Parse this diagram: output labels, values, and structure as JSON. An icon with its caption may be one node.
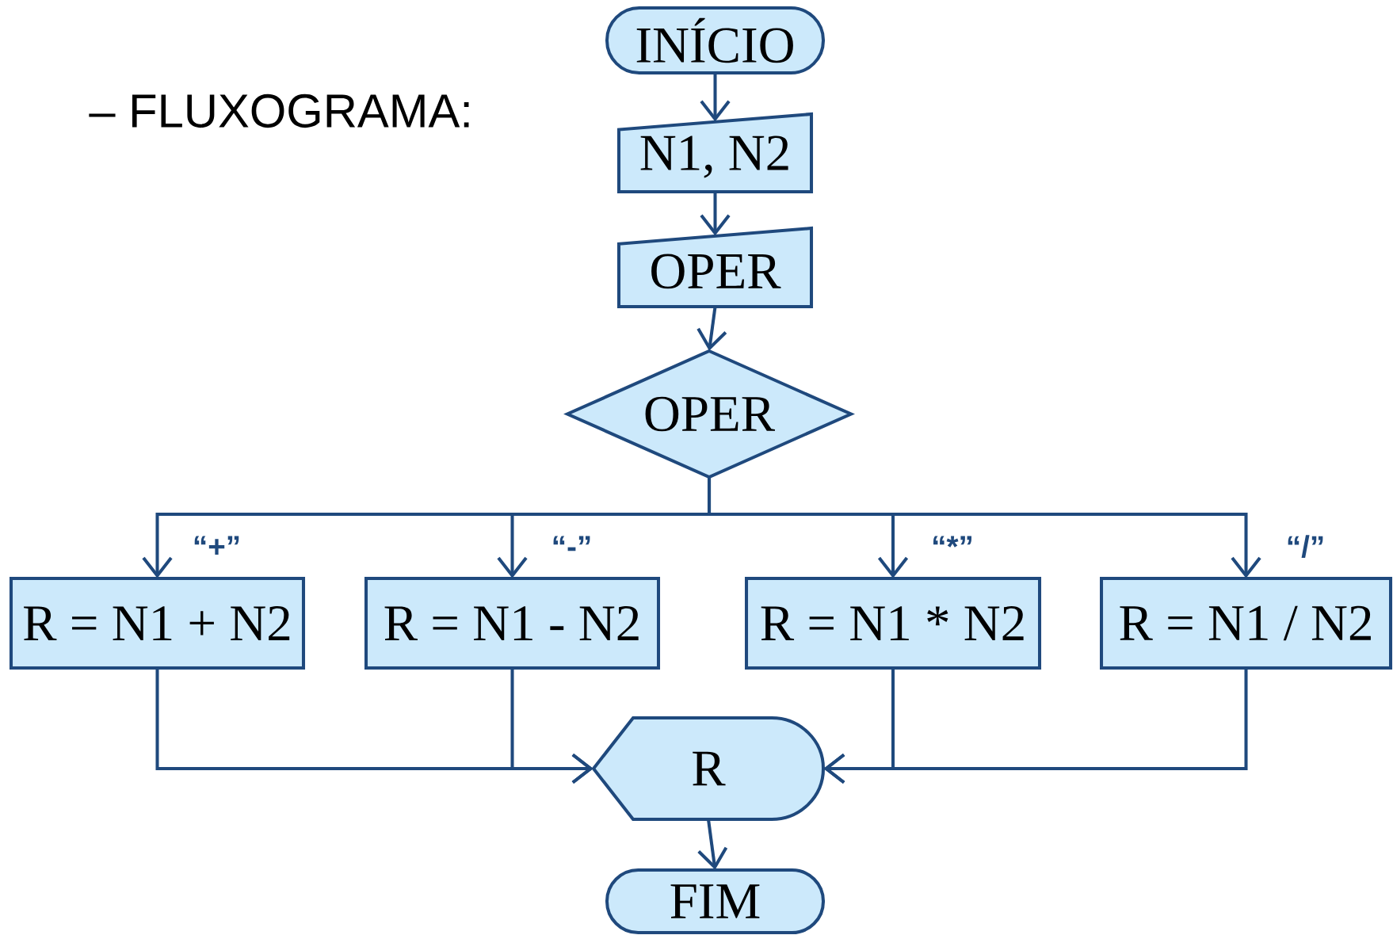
{
  "diagram": {
    "title": "– FLUXOGRAMA:",
    "nodes": [
      {
        "text": [
          "INÍCIO"
        ]
      },
      {
        "text": [
          "N1, N2"
        ]
      },
      {
        "text": [
          "OPER"
        ]
      },
      {
        "text": [
          "OPER"
        ]
      },
      {
        "text": [
          "R = N1 + N2"
        ]
      },
      {
        "text": [
          "R = N1 - N2"
        ]
      },
      {
        "text": [
          "R = N1 * N2"
        ]
      },
      {
        "text": [
          "R = N1 / N2"
        ]
      },
      {
        "text": [
          "R"
        ]
      },
      {
        "text": [
          "FIM"
        ]
      }
    ],
    "edges": [
      {
        "from": 0,
        "to": 1,
        "arrow": "to"
      },
      {
        "from": 1,
        "to": 2,
        "arrow": "to"
      },
      {
        "from": 2,
        "to": 3,
        "arrow": "to"
      },
      {
        "from": 3,
        "to": 4,
        "arrow": "to",
        "label": "“+”"
      },
      {
        "from": 3,
        "to": 5,
        "arrow": "to",
        "label": "“-”"
      },
      {
        "from": 3,
        "to": 6,
        "arrow": "to",
        "label": "“*”"
      },
      {
        "from": 3,
        "to": 7,
        "arrow": "to",
        "label": "“/”"
      },
      {
        "from": 4,
        "to": 8,
        "arrow": "to"
      },
      {
        "from": 5,
        "to": 8,
        "arrow": "to"
      },
      {
        "from": 6,
        "to": 8,
        "arrow": "to"
      },
      {
        "from": 7,
        "to": 8,
        "arrow": "to"
      },
      {
        "from": 8,
        "to": 9,
        "arrow": "to"
      }
    ]
  }
}
